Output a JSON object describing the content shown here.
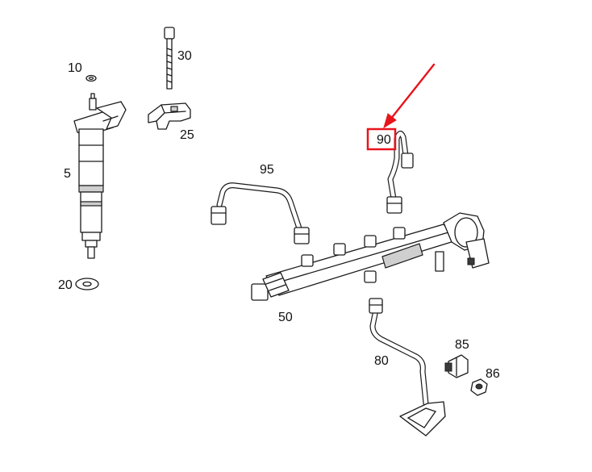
{
  "labels": {
    "p10": "10",
    "p30": "30",
    "p25": "25",
    "p5": "5",
    "p20": "20",
    "p95": "95",
    "p90": "90",
    "p50": "50",
    "p80": "80",
    "p85": "85",
    "p86": "86"
  },
  "highlight": {
    "color": "#e8141c",
    "target_label": "90"
  }
}
